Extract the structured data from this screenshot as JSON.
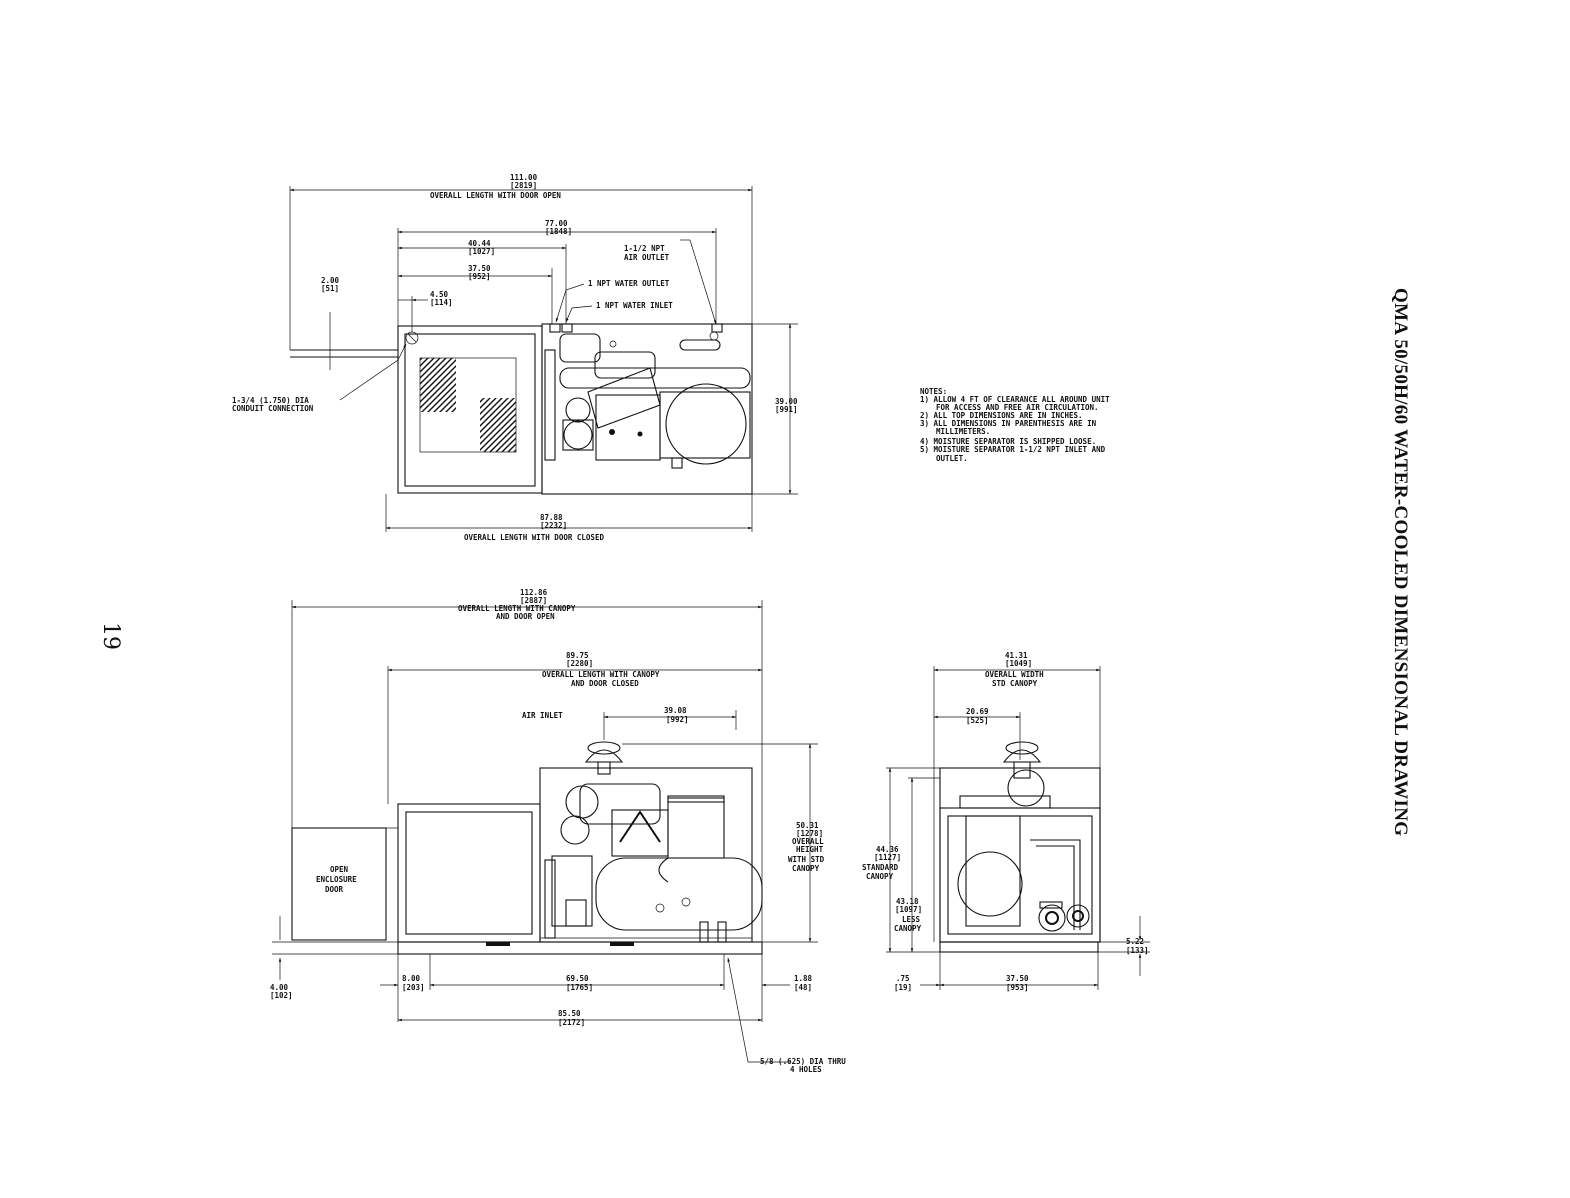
{
  "title": "QMA 50/50H/60 WATER-COOLED DIMENSIONAL DRAWING",
  "page_number": "19",
  "top_view": {
    "overall_length_door_open": {
      "value": "111.00",
      "mm": "[2819]",
      "label": "OVERALL LENGTH WITH DOOR OPEN"
    },
    "dim_77": {
      "value": "77.00",
      "mm": "[1848]"
    },
    "dim_40": {
      "value": "40.44",
      "mm": "[1027]"
    },
    "dim_37": {
      "value": "37.50",
      "mm": "[952]"
    },
    "dim_4": {
      "value": "4.50",
      "mm": "[114]"
    },
    "dim_2": {
      "value": "2.00",
      "mm": "[51]"
    },
    "air_outlet": [
      "1-1/2 NPT",
      "AIR OUTLET"
    ],
    "water_outlet": "1 NPT WATER OUTLET",
    "water_inlet": "1 NPT WATER INLET",
    "conduit": [
      "1-3/4 (1.750) DIA",
      "CONDUIT CONNECTION"
    ],
    "depth": {
      "value": "39.00",
      "mm": "[991]"
    },
    "overall_length_door_closed": {
      "value": "87.88",
      "mm": "[2232]",
      "label": "OVERALL LENGTH WITH DOOR CLOSED"
    }
  },
  "notes": {
    "heading": "NOTES:",
    "lines": [
      "1) ALLOW 4 FT OF CLEARANCE ALL AROUND UNIT",
      "FOR ACCESS AND FREE AIR CIRCULATION.",
      "2) ALL TOP DIMENSIONS ARE IN INCHES.",
      "3) ALL DIMENSIONS IN PARENTHESIS ARE IN",
      "MILLIMETERS.",
      "4) MOISTURE SEPARATOR IS SHIPPED LOOSE.",
      "5) MOISTURE SEPARATOR 1-1/2 NPT INLET AND",
      "OUTLET."
    ]
  },
  "side_view": {
    "overall_canopy_open": {
      "value": "112.86",
      "mm": "[2887]",
      "label1": "OVERALL LENGTH WITH CANOPY",
      "label2": "AND DOOR OPEN"
    },
    "overall_canopy_closed": {
      "value": "89.75",
      "mm": "[2280]",
      "label1": "OVERALL LENGTH WITH CANOPY",
      "label2": "AND DOOR CLOSED"
    },
    "air_inlet": "AIR INLET",
    "dim_39": {
      "value": "39.08",
      "mm": "[992]"
    },
    "height": {
      "value": "50.31",
      "mm": "[1278]",
      "lines": [
        "OVERALL",
        "HEIGHT",
        "WITH STD",
        "CANOPY"
      ]
    },
    "door": [
      "OPEN",
      "ENCLOSURE",
      "DOOR"
    ],
    "dim_4": {
      "value": "4.00",
      "mm": "[102]"
    },
    "dim_8": {
      "value": "8.00",
      "mm": "[203]"
    },
    "dim_69": {
      "value": "69.50",
      "mm": "[1765]"
    },
    "dim_1": {
      "value": "1.88",
      "mm": "[48]"
    },
    "dim_85": {
      "value": "85.50",
      "mm": "[2172]"
    },
    "holes": [
      "5/8 (.625) DIA THRU",
      "4 HOLES"
    ]
  },
  "end_view": {
    "overall_width": {
      "value": "41.31",
      "mm": "[1049]",
      "label1": "OVERALL WIDTH",
      "label2": "STD CANOPY"
    },
    "dim_20": {
      "value": "20.69",
      "mm": "[525]"
    },
    "std_canopy": {
      "value": "44.36",
      "mm": "[1127]",
      "lines": [
        "STANDARD",
        "CANOPY"
      ]
    },
    "less_canopy": {
      "value": "43.18",
      "mm": "[1097]",
      "lines": [
        "LESS",
        "CANOPY"
      ]
    },
    "dim_5": {
      "value": "5.22",
      "mm": "[133]"
    },
    "dim_75": {
      "value": ".75",
      "mm": "[19]"
    },
    "dim_37": {
      "value": "37.50",
      "mm": "[953]"
    }
  }
}
